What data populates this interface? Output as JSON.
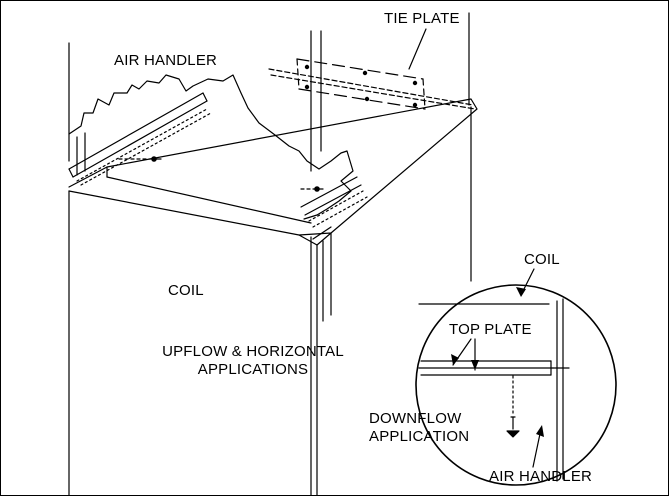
{
  "labels": {
    "tie_plate": "TIE PLATE",
    "air_handler": "AIR HANDLER",
    "coil": "COIL",
    "upflow_line1": "UPFLOW & HORIZONTAL",
    "upflow_line2": "APPLICATIONS",
    "detail_coil": "COIL",
    "detail_top_plate": "TOP PLATE",
    "downflow_line1": "DOWNFLOW",
    "downflow_line2": "APPLICATION",
    "detail_air_handler": "AIR HANDLER"
  }
}
